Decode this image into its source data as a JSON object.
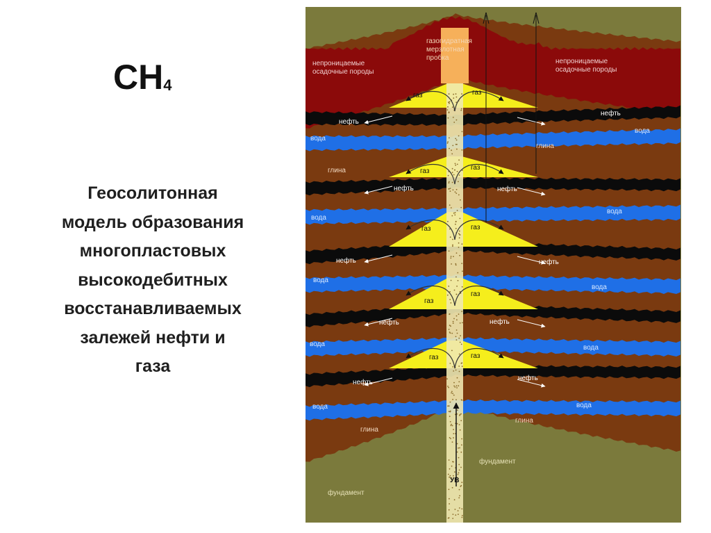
{
  "formula": {
    "main": "CH",
    "sub": "4"
  },
  "title_lines": [
    "Геосолитонная",
    "модель образования",
    "многопластовых",
    "высокодебитных",
    "восстанавливаемых",
    "залежей нефти и",
    "газа"
  ],
  "diagram": {
    "top_cap": [
      "газогидратная",
      "мерзлотная",
      "пробка"
    ],
    "sediment_left": [
      "непроницаемые",
      "осадочные породы"
    ],
    "sediment_right": [
      "непроницаемые",
      "осадочные породы"
    ],
    "gas": "газ",
    "oil": "нефть",
    "water": "вода",
    "clay": "глина",
    "basement": "фундамент",
    "hydrocarbons": "УВ"
  },
  "colors": {
    "sediment": "#8b0a0a",
    "clay": "#7a3a10",
    "water": "#1f6fe6",
    "oil": "#0b0b0b",
    "gas": "#f5ee1c",
    "basement": "#7b7a3c",
    "channel": "#efe8b0",
    "cap": "#f6b05a"
  }
}
